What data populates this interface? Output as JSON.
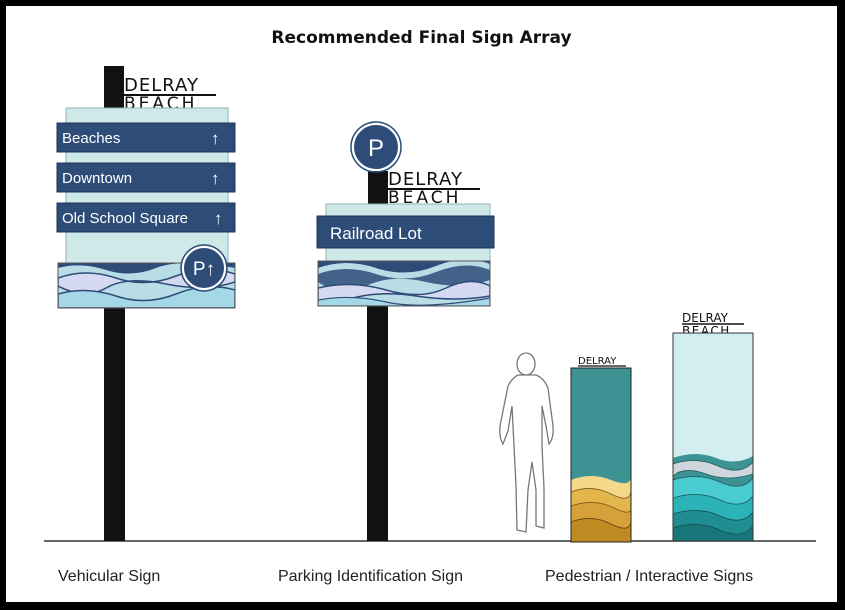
{
  "title": "Recommended Final Sign Array",
  "brand": {
    "line1": "DELRAY",
    "line2": "BEACH"
  },
  "vehicular": {
    "rows": [
      {
        "label": "Beaches",
        "arrow": "↑"
      },
      {
        "label": "Downtown",
        "arrow": "↑"
      },
      {
        "label": "Old School Square",
        "arrow": "↑"
      }
    ],
    "parking_badge": "P↑"
  },
  "parking_sign": {
    "badge": "P",
    "label": "Railroad Lot"
  },
  "captions": {
    "vehicular": "Vehicular Sign",
    "parking": "Parking Identification Sign",
    "pedestrian": "Pedestrian / Interactive Signs"
  },
  "colors": {
    "navy": "#2d4c78",
    "panel": "#cfe9e8",
    "teal_sign": "#3d9394",
    "pale_sign": "#d2eef0",
    "gold": "#d6a13a",
    "pole": "#111111"
  },
  "icons": {
    "pedestrian": "person-silhouette-icon",
    "parking": "parking-icon",
    "arrow": "arrow-up-icon"
  }
}
